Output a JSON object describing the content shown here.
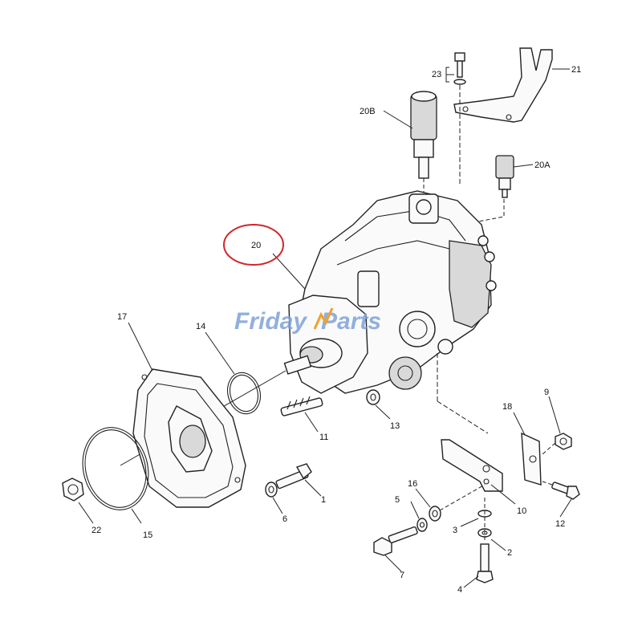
{
  "watermark": {
    "text_a": "Friday",
    "text_b": "Parts",
    "brand_blue": "#7fa2d8",
    "brand_orange": "#f0a030"
  },
  "highlight": {
    "label": "20",
    "color": "#d0262b"
  },
  "callouts": {
    "c1": "1",
    "c2": "2",
    "c3": "3",
    "c4": "4",
    "c5": "5",
    "c6": "6",
    "c7": "7",
    "c9": "9",
    "c10": "10",
    "c11": "11",
    "c12": "12",
    "c13": "13",
    "c14": "14",
    "c15": "15",
    "c16": "16",
    "c17": "17",
    "c18": "18",
    "c20A": "20A",
    "c20B": "20B",
    "c21": "21",
    "c22": "22",
    "c23": "23"
  }
}
